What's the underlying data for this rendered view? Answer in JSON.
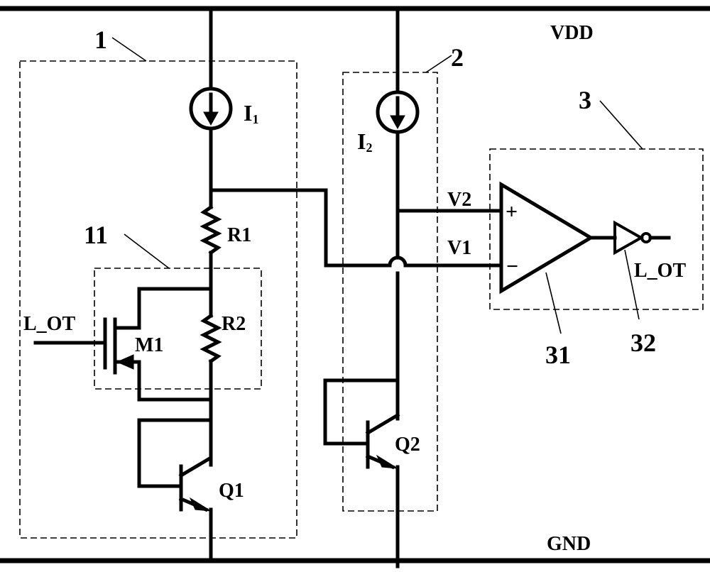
{
  "rails": {
    "vdd": "VDD",
    "gnd": "GND"
  },
  "blocks": {
    "b1": "1",
    "b11": "11",
    "b2": "2",
    "b3": "3",
    "b31": "31",
    "b32": "32"
  },
  "sources": {
    "i1": {
      "main": "I",
      "sub": "1"
    },
    "i2": {
      "main": "I",
      "sub": "2"
    }
  },
  "components": {
    "r1": "R1",
    "r2": "R2",
    "m1": "M1",
    "q1": "Q1",
    "q2": "Q2"
  },
  "signals": {
    "v1": "V1",
    "v2": "V2",
    "l_ot_in": "L_OT",
    "l_ot_out": "L_OT"
  },
  "comparator": {
    "plus": "+",
    "minus": "−"
  }
}
